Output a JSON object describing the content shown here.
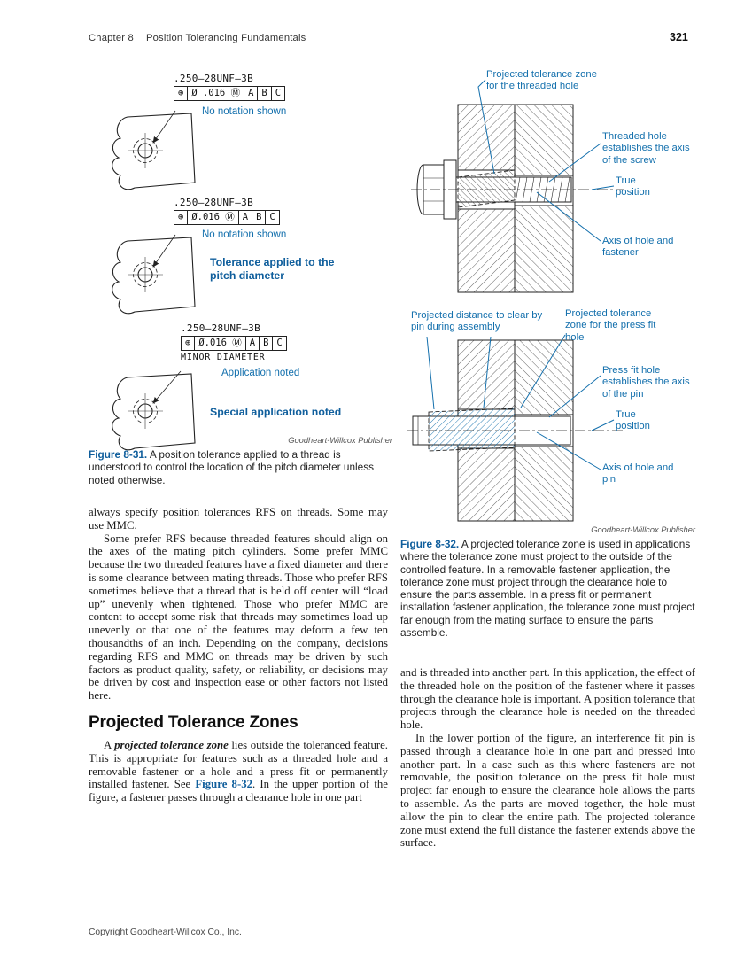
{
  "header": {
    "chapter": "Chapter 8",
    "title": "Position Tolerancing Fundamentals",
    "page_number": "321"
  },
  "colors": {
    "accent_blue": "#1470ad",
    "label_blue": "#0f5e9c",
    "text": "#1c1c1c"
  },
  "fig31": {
    "callout1": {
      "thread": ".250–28UNF–3B",
      "fcf": [
        "⊕",
        "Ø .016 Ⓜ",
        "A",
        "B",
        "C"
      ],
      "note": "No notation shown"
    },
    "callout2": {
      "thread": ".250–28UNF–3B",
      "fcf": [
        "⊕",
        "Ø.016 Ⓜ",
        "A",
        "B",
        "C"
      ],
      "note": "No notation shown",
      "label": "Tolerance applied to the pitch diameter"
    },
    "callout3": {
      "thread": ".250–28UNF–3B",
      "fcf": [
        "⊕",
        "Ø.016 Ⓜ",
        "A",
        "B",
        "C"
      ],
      "minor": "MINOR  DIAMETER",
      "note": "Application noted",
      "label": "Special application noted"
    },
    "credit": "Goodheart-Willcox Publisher",
    "caption_lead": "Figure 8-31.",
    "caption_text": "A position tolerance applied to a thread is understood to control the location of the pitch diameter unless noted otherwise."
  },
  "fig32": {
    "top_labels": {
      "zone": "Projected tolerance zone for the threaded hole",
      "threaded_hole": "Threaded hole establishes the axis of the screw",
      "true_position": "True position",
      "axis": "Axis of hole and fastener"
    },
    "bottom_labels": {
      "distance": "Projected distance to clear by pin during assembly",
      "zone": "Projected tolerance zone for the press fit hole",
      "press_fit": "Press fit hole establishes the axis of the pin",
      "true_position": "True position",
      "axis": "Axis of hole and pin"
    },
    "credit": "Goodheart-Willcox Publisher",
    "caption_lead": "Figure 8-32.",
    "caption_text": "A projected tolerance zone is used in applications where the tolerance zone must project to the outside of the controlled feature. In a removable fastener application, the tolerance zone must project through the clearance hole to ensure the parts assemble. In a press fit or permanent installation fastener application, the tolerance zone must project far enough from the mating surface to ensure the parts assemble."
  },
  "body": {
    "p1": "always specify position tolerances RFS on threads. Some may use MMC.",
    "p2": "Some prefer RFS because threaded features should align on the axes of the mating pitch cylinders. Some prefer MMC because the two threaded features have a fixed diameter and there is some clearance between mating threads. Those who prefer RFS sometimes believe that a thread that is held off center will “load up” unevenly when tightened. Those who prefer MMC are content to accept some risk that threads may sometimes load up unevenly or that one of the features may deform a few ten thousandths of an inch. Depending on the company, decisions regarding RFS and MMC on threads may be driven by such factors as product quality, safety, or reliability, or decisions may be driven by cost and inspection ease or other factors not listed here.",
    "heading": "Projected Tolerance Zones",
    "p3a": "A ",
    "p3b": "projected tolerance zone",
    "p3c": " lies outside the toleranced feature. This is appropriate for features such as a threaded hole and a removable fastener or a hole and a press fit or permanently installed fastener. See ",
    "p3d": "Figure 8-32",
    "p3e": ". In the upper portion of the figure, a fastener passes through a clearance hole in one part",
    "rp1": "and is threaded into another part. In this application, the effect of the threaded hole on the position of the fastener where it passes through the clearance hole is important. A position tolerance that projects through the clearance hole is needed on the threaded hole.",
    "rp2": "In the lower portion of the figure, an interference fit pin is passed through a clearance hole in one part and pressed into another part. In a case such as this where fasteners are not removable, the position tolerance on the press fit hole must project far enough to ensure the clearance hole allows the parts to assemble. As the parts are moved together, the hole must allow the pin to clear the entire path. The projected tolerance zone must extend the full distance the fastener extends above the surface."
  },
  "footer": {
    "copyright": "Copyright Goodheart-Willcox Co., Inc."
  }
}
